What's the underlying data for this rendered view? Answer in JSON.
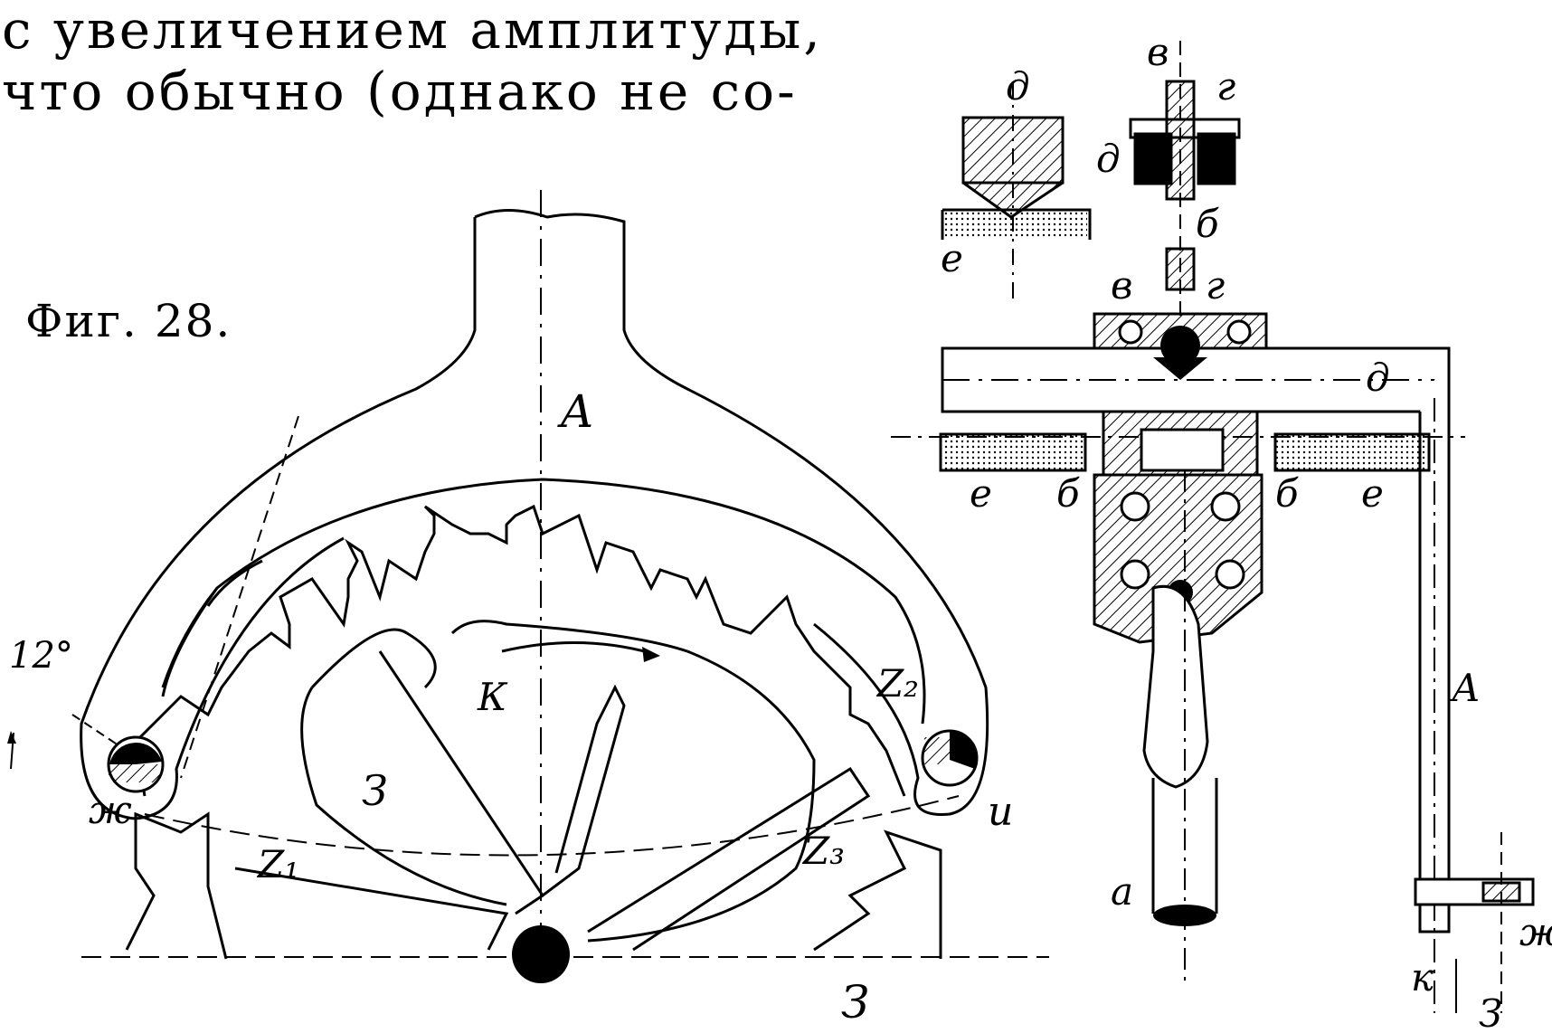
{
  "text": {
    "line1": "с увеличением амплитуды,",
    "line2": "что обычно (однако не со-"
  },
  "figure": {
    "caption": "Фиг. 28.",
    "left_labels": {
      "A": "A",
      "angle": "12°",
      "zh": "ж",
      "i": "и",
      "k": "К",
      "z1": "Z₁",
      "z2": "Z₂",
      "z3": "Z₃",
      "z_upper": "З",
      "z_lower": "З"
    },
    "right_labels": {
      "v_top": "в",
      "g_top": "г",
      "d_top1": "д",
      "d_top2": "д",
      "b_top": "б",
      "e_top": "е",
      "v_mid": "в",
      "g_mid": "г",
      "d_arm": "д",
      "e_left": "е",
      "b_left": "б",
      "b_right": "б",
      "e_right": "е",
      "A_rod": "А",
      "a_rod": "а",
      "zh_pin": "ж",
      "k_pin": "к",
      "z_pin": "З"
    }
  }
}
